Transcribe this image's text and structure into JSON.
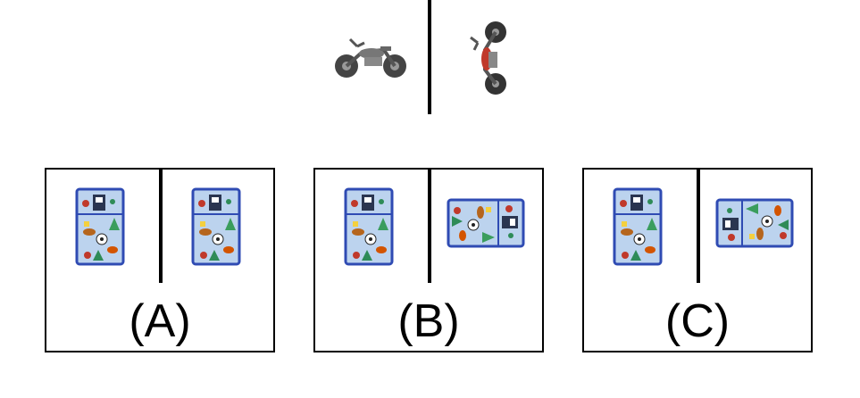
{
  "example": {
    "left_icon": "motorcycle-side-icon",
    "right_icon": "motorcycle-rotated-icon"
  },
  "options": [
    {
      "label": "(A)",
      "left_icon": "lunch-bag-icon",
      "right_icon": "lunch-bag-icon",
      "right_rotation": "none"
    },
    {
      "label": "(B)",
      "left_icon": "lunch-bag-icon",
      "right_icon": "lunch-bag-rotated-icon",
      "right_rotation": "90-clockwise"
    },
    {
      "label": "(C)",
      "left_icon": "lunch-bag-icon",
      "right_icon": "lunch-bag-rotated-icon",
      "right_rotation": "90-counterclockwise"
    }
  ],
  "colors": {
    "bag_fill": "#bcd3ee",
    "bag_border": "#2f4bb3",
    "moto_body": "#555555",
    "moto_accent": "#c0392b"
  }
}
